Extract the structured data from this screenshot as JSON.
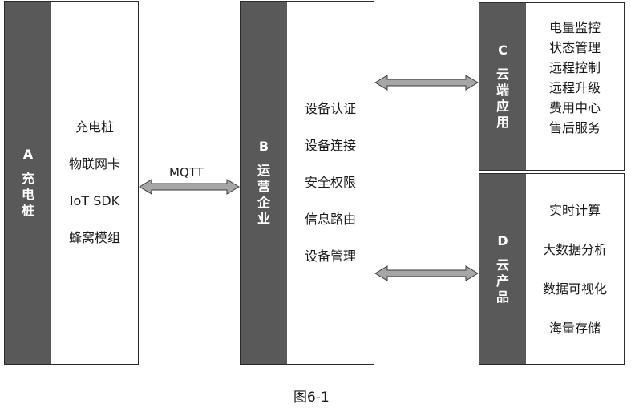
{
  "block_a": {
    "letter": "A",
    "name": [
      "充",
      "电",
      "桩"
    ],
    "items": [
      "充电桩",
      "物联网卡",
      "IoT SDK",
      "蜂窝模组"
    ]
  },
  "block_b": {
    "letter": "B",
    "name": [
      "运",
      "营",
      "企",
      "业"
    ],
    "items": [
      "设备认证",
      "设备连接",
      "安全权限",
      "信息路由",
      "设备管理"
    ]
  },
  "block_c": {
    "letter": "C",
    "name": [
      "云",
      "端",
      "应",
      "用"
    ],
    "items": [
      "电量监控",
      "状态管理",
      "远程控制",
      "远程升级",
      "费用中心",
      "售后服务"
    ]
  },
  "block_d": {
    "letter": "D",
    "name": [
      "云",
      "产",
      "品"
    ],
    "items": [
      "实时计算",
      "大数据分析",
      "数据可视化",
      "海量存储"
    ]
  },
  "link_label": "MQTT",
  "caption": "图6-1",
  "colors": {
    "bar": "#595959",
    "arrow_fill": "#a6a6a6",
    "border": "#2b2b2b"
  }
}
